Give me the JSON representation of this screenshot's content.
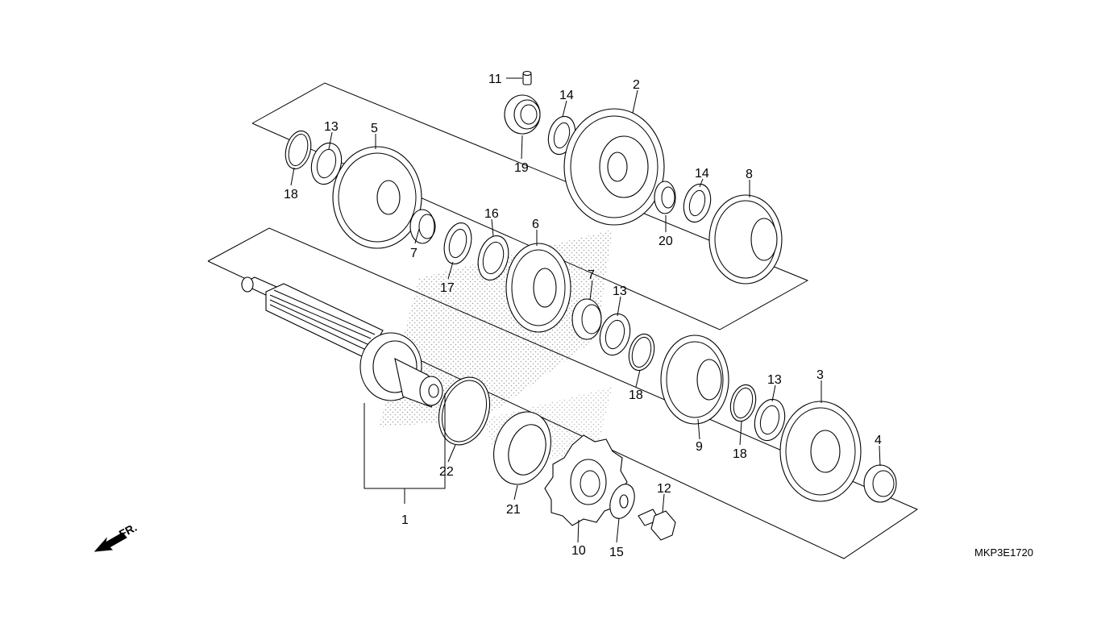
{
  "diagram": {
    "drawing_code": "MKP3E1720",
    "direction_label": "FR.",
    "callouts": [
      "1",
      "2",
      "3",
      "4",
      "5",
      "6",
      "7",
      "7",
      "8",
      "9",
      "10",
      "11",
      "12",
      "13",
      "13",
      "13",
      "14",
      "14",
      "15",
      "16",
      "17",
      "18",
      "18",
      "18",
      "19",
      "20",
      "21",
      "22"
    ]
  }
}
